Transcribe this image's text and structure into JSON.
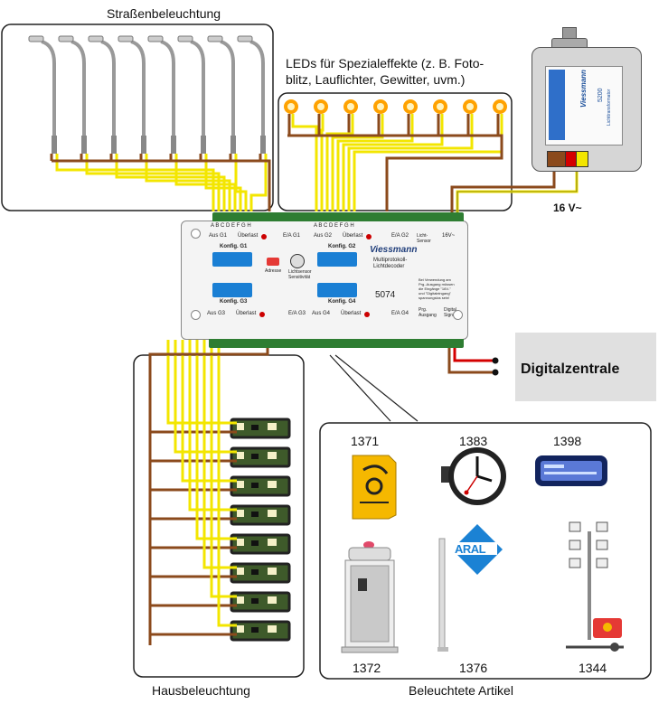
{
  "labels": {
    "street_lighting": "Straßenbeleuchtung",
    "special_effects_line1": "LEDs für Spezialeffekte (z. B. Foto-",
    "special_effects_line2": "blitz, Lauflichter, Gewitter, uvm.)",
    "power_supply": "16 V~",
    "digital_central": "Digitalzentrale",
    "house_lighting": "Hausbeleuchtung",
    "lit_articles": "Beleuchtete Artikel"
  },
  "decoder": {
    "brand": "Viessmann",
    "product_line1": "Multiprotokoll-",
    "product_line2": "Lichtdecoder",
    "article_number": "5074",
    "config_g1": "Konfig. G1",
    "config_g2": "Konfig. G2",
    "config_g3": "Konfig. G3",
    "config_g4": "Konfig. G4",
    "address_label": "Adresse",
    "sensor_label_line1": "Lichtsensor",
    "sensor_label_line2": "Sensitivität",
    "note_line1": "Bei Verwendung am",
    "note_line2": "Prg.-Ausgang müssen",
    "note_line3": "die Eingänge \"16V-\"",
    "note_line4": "und \"Digitaleingang\"",
    "note_line5": "spannungslos sein!",
    "top_row_a": "A  B  C  D  E  F  G  H",
    "top_row_b": "A  B  C  D  E  F  G  H",
    "top_aus_g1": "Aus G1",
    "top_ueberlast1": "Überlast",
    "top_e_g1": "E/A G1",
    "top_aus_g2": "Aus G2",
    "top_ueberlast2": "Überlast",
    "top_e_g2": "E/A G2",
    "top_16v": "16V~",
    "top_licht_sensor": "Licht-Sensor",
    "bottom_aus_g3": "Aus G3",
    "bottom_ueberlast3": "Überlast",
    "bottom_e_g3": "E/A G3",
    "bottom_aus_g4": "Aus G4",
    "bottom_ueberlast4": "Überlast",
    "bottom_e_g4": "E/A G4",
    "bottom_prg": "Prg. Ausgang",
    "bottom_digital": "Digital Signal"
  },
  "transformer": {
    "brand": "Viessmann",
    "model": "5200",
    "type_label": "Lichttransformator"
  },
  "articles": [
    {
      "code": "1371",
      "name": "post-horn-sign"
    },
    {
      "code": "1383",
      "name": "station-clock"
    },
    {
      "code": "1398",
      "name": "display-board"
    },
    {
      "code": "1372",
      "name": "phone-booth"
    },
    {
      "code": "1376",
      "name": "aral-sign"
    },
    {
      "code": "1344",
      "name": "light-tower"
    }
  ],
  "aral_text": "ARAL",
  "colors": {
    "wire_brown": "#8b4a1c",
    "wire_yellow": "#f3e600",
    "wire_red": "#d40000",
    "led_orange": "#ffa200",
    "decoder_blue": "#1a7fd4",
    "box_grey": "#e3e3e3"
  }
}
